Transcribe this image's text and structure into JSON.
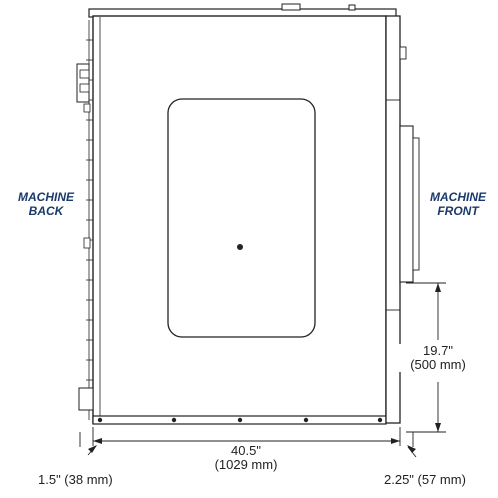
{
  "labels": {
    "machine_back": [
      "MACHINE",
      "BACK"
    ],
    "machine_front": [
      "MACHINE",
      "FRONT"
    ]
  },
  "dimensions": {
    "width_in": "40.5\"",
    "width_mm": "(1029 mm)",
    "height_in": "19.7\"",
    "height_mm": "(500 mm)",
    "back_offset": "1.5\" (38 mm)",
    "front_offset": "2.25\" (57 mm)"
  },
  "colors": {
    "accent_text": "#1b3a6b",
    "line": "#222222"
  }
}
